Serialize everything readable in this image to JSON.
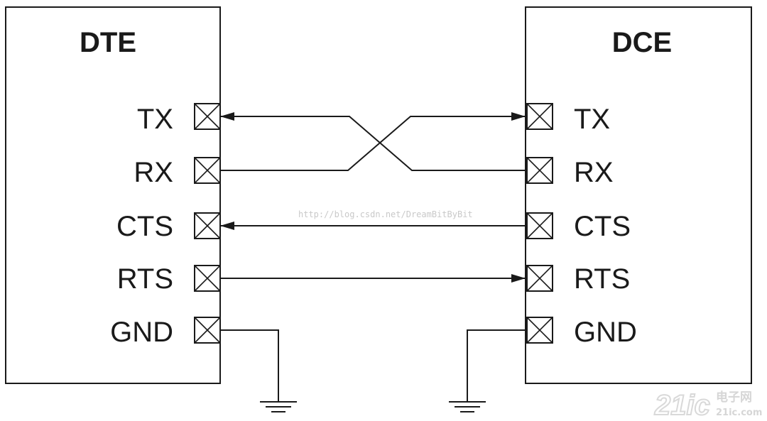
{
  "dte": {
    "title": "DTE",
    "pins": [
      "TX",
      "RX",
      "CTS",
      "RTS",
      "GND"
    ]
  },
  "dce": {
    "title": "DCE",
    "pins": [
      "TX",
      "RX",
      "CTS",
      "RTS",
      "GND"
    ]
  },
  "watermark": {
    "url": "http://blog.csdn.net/DreamBitByBit",
    "logo_number": "21ic",
    "logo_text_top": "电子网",
    "logo_text_bottom": "21ic.com"
  }
}
